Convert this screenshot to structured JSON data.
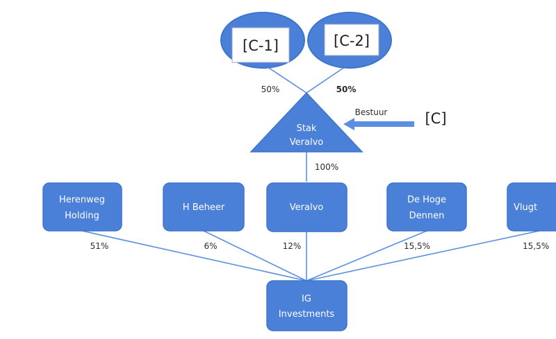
{
  "colors": {
    "background": "#ffffff",
    "node_fill": "#4a80d8",
    "node_stroke": "#3e74cc",
    "edge": "#5a8fe0",
    "text_on_node": "#ffffff",
    "text": "#2b2b2b",
    "arrow": "#5b8fe3"
  },
  "owners": [
    {
      "label": "[C-1]",
      "percent": "50%"
    },
    {
      "label": "[C-2]",
      "percent": "50%"
    }
  ],
  "stak": {
    "line1": "Stak",
    "line2": "Veralvo"
  },
  "management": {
    "label": "Bestuur",
    "actor": "[C]"
  },
  "stak_to_veralvo_percent": "100%",
  "middle_row": [
    {
      "line1": "Herenweg",
      "line2": "Holding",
      "percent": "51%"
    },
    {
      "line1": "H Beheer",
      "line2": "",
      "percent": "6%"
    },
    {
      "line1": "Veralvo",
      "line2": "",
      "percent": "12%"
    },
    {
      "line1": "De Hoge",
      "line2": "Dennen",
      "percent": "15,5%"
    },
    {
      "line1": "Vlugt",
      "line2": "",
      "percent": "15,5%"
    }
  ],
  "bottom": {
    "line1": "IG",
    "line2": "Investments"
  }
}
